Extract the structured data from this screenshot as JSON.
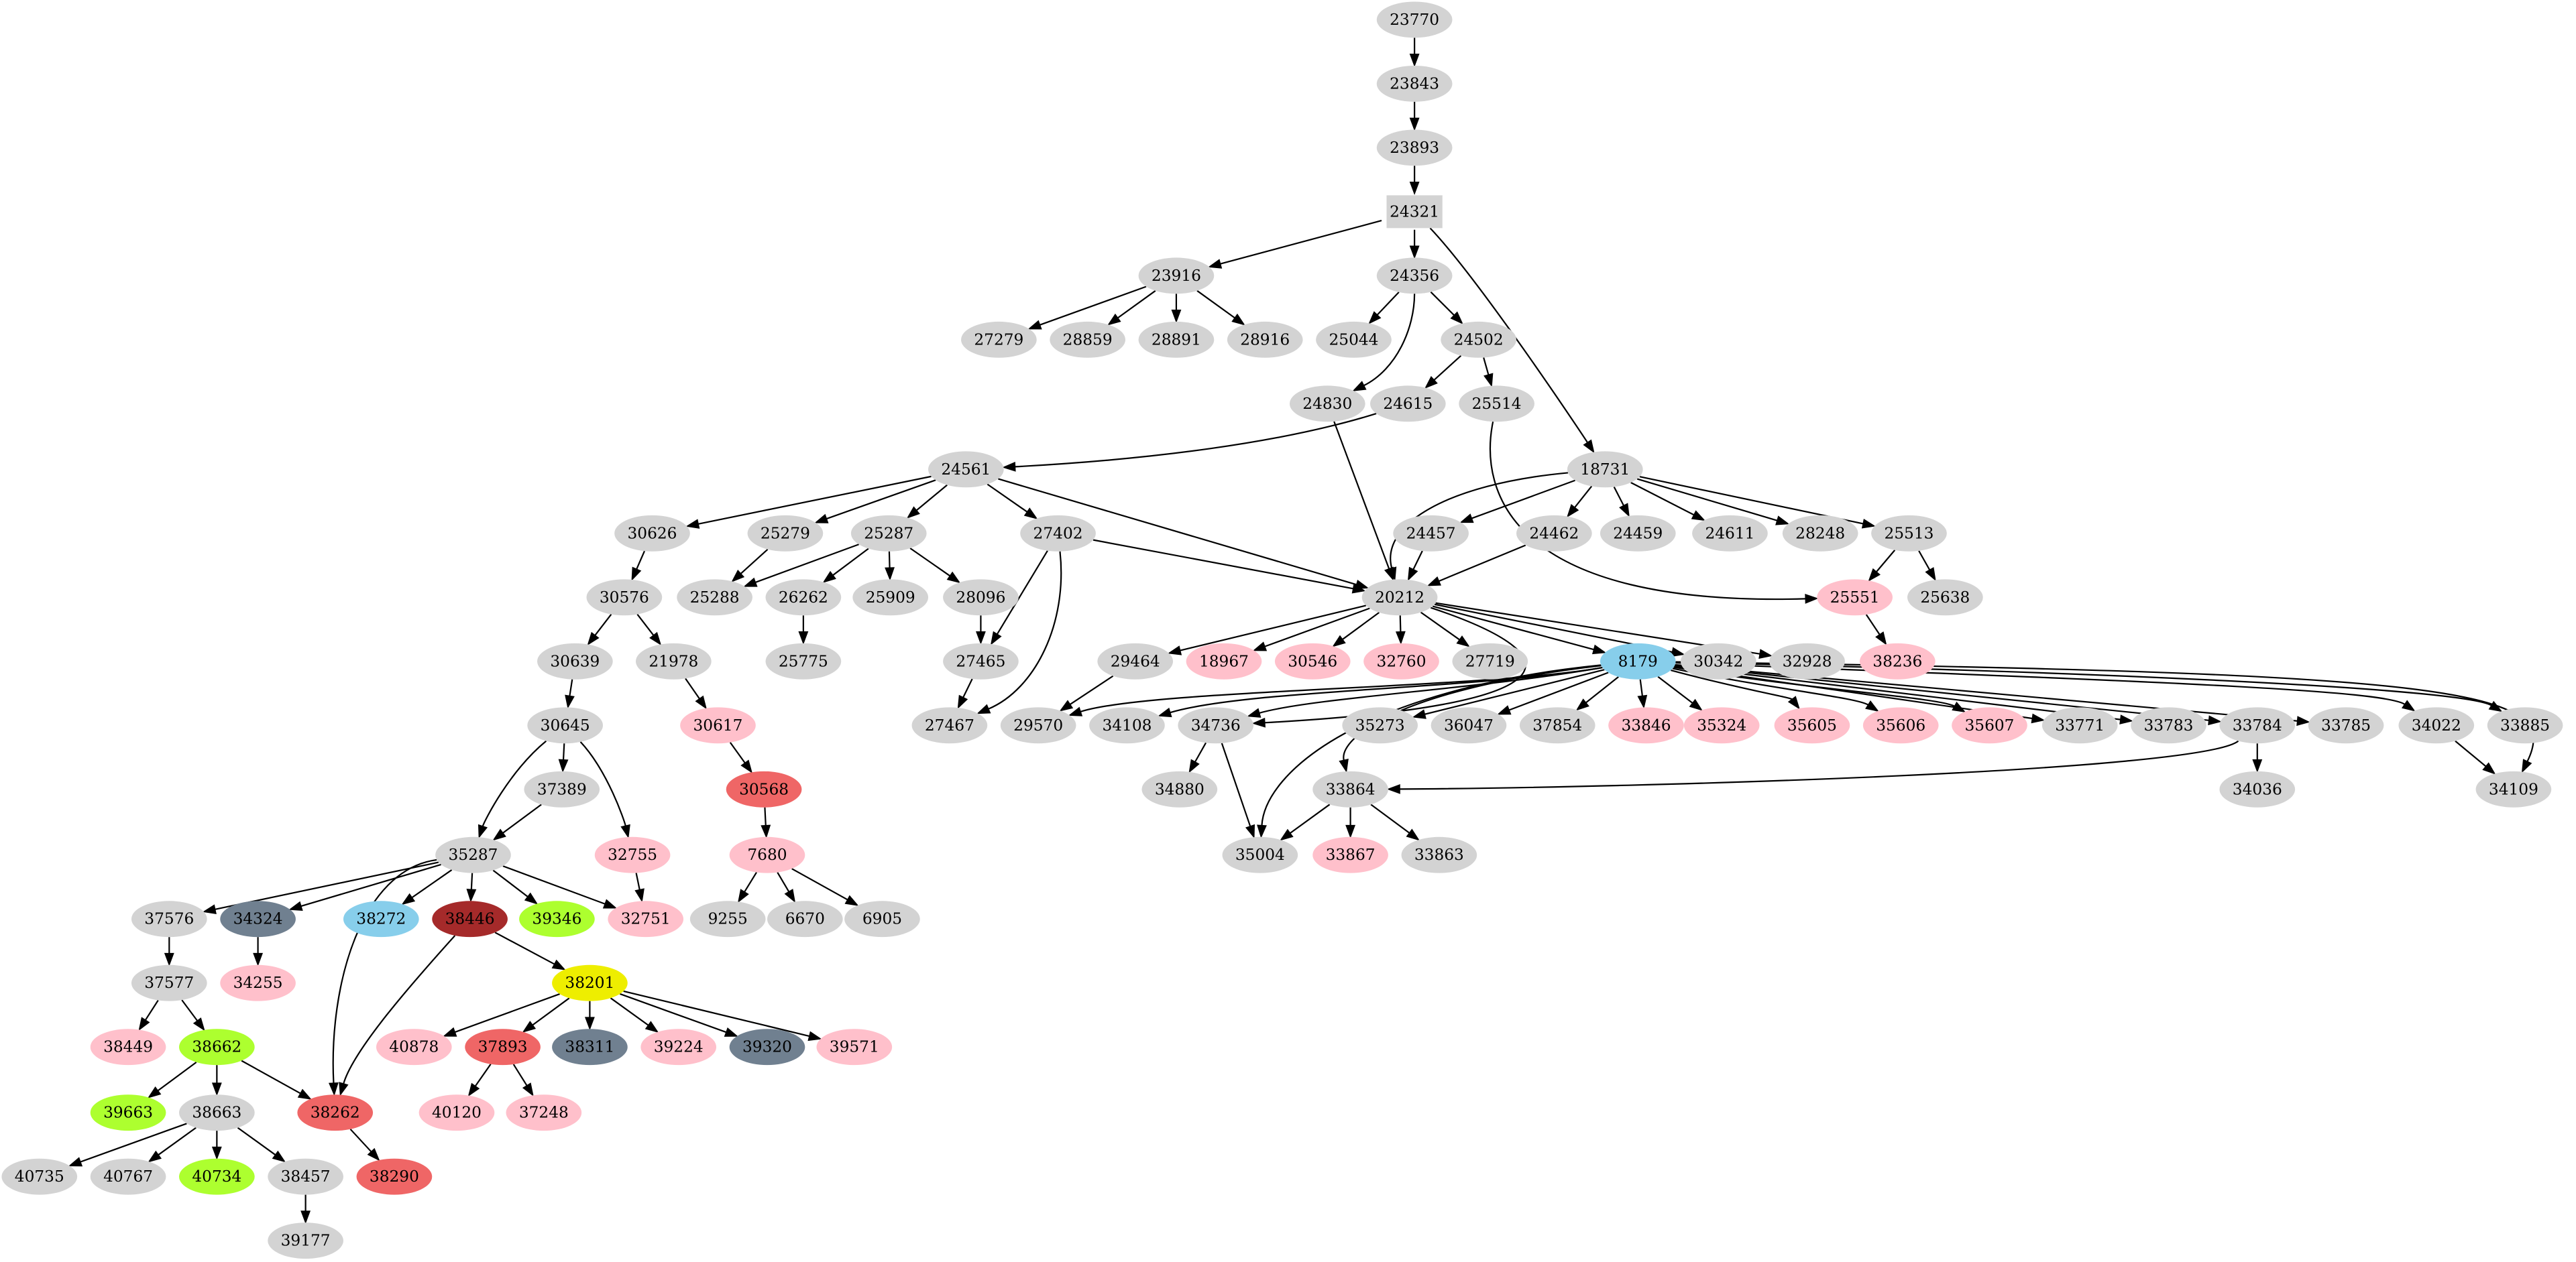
{
  "diagram": {
    "type": "directed-graph",
    "palette": {
      "default": "#d3d3d3",
      "pink": "#ffc0cb",
      "skyblue": "#87ceeb",
      "lightcoral": "#ef6666",
      "brown": "#a52a2a",
      "greenyellow": "#adff2f",
      "slategray": "#708090",
      "yellow": "#eeee00"
    },
    "nodes": [
      {
        "id": "23770",
        "color": "default"
      },
      {
        "id": "23843",
        "color": "default"
      },
      {
        "id": "23893",
        "color": "default"
      },
      {
        "id": "24321",
        "color": "default",
        "shape": "box"
      },
      {
        "id": "23916",
        "color": "default"
      },
      {
        "id": "24356",
        "color": "default"
      },
      {
        "id": "27279",
        "color": "default"
      },
      {
        "id": "28859",
        "color": "default"
      },
      {
        "id": "28891",
        "color": "default"
      },
      {
        "id": "28916",
        "color": "default"
      },
      {
        "id": "25044",
        "color": "default"
      },
      {
        "id": "24502",
        "color": "default"
      },
      {
        "id": "24830",
        "color": "default"
      },
      {
        "id": "24615",
        "color": "default"
      },
      {
        "id": "25514",
        "color": "default"
      },
      {
        "id": "24561",
        "color": "default"
      },
      {
        "id": "18731",
        "color": "default"
      },
      {
        "id": "30626",
        "color": "default"
      },
      {
        "id": "25279",
        "color": "default"
      },
      {
        "id": "25287",
        "color": "default"
      },
      {
        "id": "27402",
        "color": "default"
      },
      {
        "id": "24457",
        "color": "default"
      },
      {
        "id": "24462",
        "color": "default"
      },
      {
        "id": "24459",
        "color": "default"
      },
      {
        "id": "24611",
        "color": "default"
      },
      {
        "id": "28248",
        "color": "default"
      },
      {
        "id": "25513",
        "color": "default"
      },
      {
        "id": "30576",
        "color": "default"
      },
      {
        "id": "25288",
        "color": "default"
      },
      {
        "id": "26262",
        "color": "default"
      },
      {
        "id": "25909",
        "color": "default"
      },
      {
        "id": "28096",
        "color": "default"
      },
      {
        "id": "20212",
        "color": "default"
      },
      {
        "id": "25551",
        "color": "pink"
      },
      {
        "id": "25638",
        "color": "default"
      },
      {
        "id": "30639",
        "color": "default"
      },
      {
        "id": "21978",
        "color": "default"
      },
      {
        "id": "25775",
        "color": "default"
      },
      {
        "id": "27465",
        "color": "default"
      },
      {
        "id": "29464",
        "color": "default"
      },
      {
        "id": "18967",
        "color": "pink"
      },
      {
        "id": "30546",
        "color": "pink"
      },
      {
        "id": "32760",
        "color": "pink"
      },
      {
        "id": "27719",
        "color": "default"
      },
      {
        "id": "8179",
        "color": "skyblue"
      },
      {
        "id": "30342",
        "color": "default"
      },
      {
        "id": "32928",
        "color": "default"
      },
      {
        "id": "38236",
        "color": "pink"
      },
      {
        "id": "30645",
        "color": "default"
      },
      {
        "id": "30617",
        "color": "pink"
      },
      {
        "id": "27467",
        "color": "default"
      },
      {
        "id": "29570",
        "color": "default"
      },
      {
        "id": "34108",
        "color": "default"
      },
      {
        "id": "34736",
        "color": "default"
      },
      {
        "id": "35273",
        "color": "default"
      },
      {
        "id": "36047",
        "color": "default"
      },
      {
        "id": "37854",
        "color": "default"
      },
      {
        "id": "33846",
        "color": "pink"
      },
      {
        "id": "35324",
        "color": "pink"
      },
      {
        "id": "35605",
        "color": "pink"
      },
      {
        "id": "35606",
        "color": "pink"
      },
      {
        "id": "35607",
        "color": "pink"
      },
      {
        "id": "33771",
        "color": "default"
      },
      {
        "id": "33783",
        "color": "default"
      },
      {
        "id": "33784",
        "color": "default"
      },
      {
        "id": "33785",
        "color": "default"
      },
      {
        "id": "34022",
        "color": "default"
      },
      {
        "id": "33885",
        "color": "default"
      },
      {
        "id": "37389",
        "color": "default"
      },
      {
        "id": "30568",
        "color": "lightcoral"
      },
      {
        "id": "34880",
        "color": "default"
      },
      {
        "id": "33864",
        "color": "default"
      },
      {
        "id": "34036",
        "color": "default"
      },
      {
        "id": "34109",
        "color": "default"
      },
      {
        "id": "35287",
        "color": "default"
      },
      {
        "id": "32755",
        "color": "pink"
      },
      {
        "id": "7680",
        "color": "pink"
      },
      {
        "id": "35004",
        "color": "default"
      },
      {
        "id": "33867",
        "color": "pink"
      },
      {
        "id": "33863",
        "color": "default"
      },
      {
        "id": "37576",
        "color": "default"
      },
      {
        "id": "34324",
        "color": "slategray"
      },
      {
        "id": "38272",
        "color": "skyblue"
      },
      {
        "id": "38446",
        "color": "brown"
      },
      {
        "id": "39346",
        "color": "greenyellow"
      },
      {
        "id": "32751",
        "color": "pink"
      },
      {
        "id": "9255",
        "color": "default"
      },
      {
        "id": "6670",
        "color": "default"
      },
      {
        "id": "6905",
        "color": "default"
      },
      {
        "id": "37577",
        "color": "default"
      },
      {
        "id": "34255",
        "color": "pink"
      },
      {
        "id": "38201",
        "color": "yellow"
      },
      {
        "id": "38449",
        "color": "pink"
      },
      {
        "id": "38662",
        "color": "greenyellow"
      },
      {
        "id": "40878",
        "color": "pink"
      },
      {
        "id": "37893",
        "color": "lightcoral"
      },
      {
        "id": "38311",
        "color": "slategray"
      },
      {
        "id": "39224",
        "color": "pink"
      },
      {
        "id": "39320",
        "color": "slategray"
      },
      {
        "id": "39571",
        "color": "pink"
      },
      {
        "id": "39663",
        "color": "greenyellow"
      },
      {
        "id": "38663",
        "color": "default"
      },
      {
        "id": "38262",
        "color": "lightcoral"
      },
      {
        "id": "40120",
        "color": "pink"
      },
      {
        "id": "37248",
        "color": "pink"
      },
      {
        "id": "40735",
        "color": "default"
      },
      {
        "id": "40767",
        "color": "default"
      },
      {
        "id": "40734",
        "color": "greenyellow"
      },
      {
        "id": "38457",
        "color": "default"
      },
      {
        "id": "38290",
        "color": "lightcoral"
      },
      {
        "id": "39177",
        "color": "default"
      }
    ],
    "edges": [
      [
        "23770",
        "23843"
      ],
      [
        "23843",
        "23893"
      ],
      [
        "23893",
        "24321"
      ],
      [
        "24321",
        "23916"
      ],
      [
        "24321",
        "24356"
      ],
      [
        "24321",
        "18731"
      ],
      [
        "23916",
        "27279"
      ],
      [
        "23916",
        "28859"
      ],
      [
        "23916",
        "28891"
      ],
      [
        "23916",
        "28916"
      ],
      [
        "24356",
        "25044"
      ],
      [
        "24356",
        "24502"
      ],
      [
        "24356",
        "24830"
      ],
      [
        "24502",
        "24615"
      ],
      [
        "24502",
        "25514"
      ],
      [
        "24615",
        "24561"
      ],
      [
        "24830",
        "20212"
      ],
      [
        "25514",
        "25551"
      ],
      [
        "24561",
        "30626"
      ],
      [
        "24561",
        "25279"
      ],
      [
        "24561",
        "25287"
      ],
      [
        "24561",
        "27402"
      ],
      [
        "24561",
        "20212"
      ],
      [
        "18731",
        "20212"
      ],
      [
        "18731",
        "24457"
      ],
      [
        "18731",
        "24462"
      ],
      [
        "18731",
        "24459"
      ],
      [
        "18731",
        "24611"
      ],
      [
        "18731",
        "28248"
      ],
      [
        "18731",
        "25513"
      ],
      [
        "30626",
        "30576"
      ],
      [
        "25279",
        "25288"
      ],
      [
        "25287",
        "25288"
      ],
      [
        "25287",
        "26262"
      ],
      [
        "25287",
        "25909"
      ],
      [
        "25287",
        "28096"
      ],
      [
        "27402",
        "20212"
      ],
      [
        "27402",
        "27465"
      ],
      [
        "27402",
        "27467"
      ],
      [
        "24457",
        "20212"
      ],
      [
        "24462",
        "20212"
      ],
      [
        "25513",
        "25551"
      ],
      [
        "25513",
        "25638"
      ],
      [
        "30576",
        "30639"
      ],
      [
        "30576",
        "21978"
      ],
      [
        "26262",
        "25775"
      ],
      [
        "28096",
        "27465"
      ],
      [
        "20212",
        "29464"
      ],
      [
        "20212",
        "18967"
      ],
      [
        "20212",
        "30546"
      ],
      [
        "20212",
        "32760"
      ],
      [
        "20212",
        "27719"
      ],
      [
        "20212",
        "8179"
      ],
      [
        "20212",
        "30342"
      ],
      [
        "20212",
        "32928"
      ],
      [
        "20212",
        "34736"
      ],
      [
        "25551",
        "38236"
      ],
      [
        "30639",
        "30645"
      ],
      [
        "21978",
        "30617"
      ],
      [
        "27465",
        "27467"
      ],
      [
        "29464",
        "29570"
      ],
      [
        "8179",
        "29570"
      ],
      [
        "8179",
        "34108"
      ],
      [
        "8179",
        "34736"
      ],
      [
        "8179",
        "35273"
      ],
      [
        "8179",
        "36047"
      ],
      [
        "8179",
        "37854"
      ],
      [
        "8179",
        "33846"
      ],
      [
        "8179",
        "35324"
      ],
      [
        "8179",
        "35605"
      ],
      [
        "8179",
        "35606"
      ],
      [
        "8179",
        "35607"
      ],
      [
        "8179",
        "33771"
      ],
      [
        "8179",
        "33783"
      ],
      [
        "8179",
        "33784"
      ],
      [
        "8179",
        "33785"
      ],
      [
        "8179",
        "34022"
      ],
      [
        "8179",
        "33885"
      ],
      [
        "8179",
        "34109"
      ],
      [
        "8179",
        "33864"
      ],
      [
        "8179",
        "35004"
      ],
      [
        "30645",
        "37389"
      ],
      [
        "30645",
        "35287"
      ],
      [
        "30645",
        "32755"
      ],
      [
        "30617",
        "30568"
      ],
      [
        "34736",
        "34880"
      ],
      [
        "34736",
        "35004"
      ],
      [
        "33784",
        "33864"
      ],
      [
        "33784",
        "34036"
      ],
      [
        "34022",
        "34109"
      ],
      [
        "37389",
        "35287"
      ],
      [
        "30568",
        "7680"
      ],
      [
        "33864",
        "35004"
      ],
      [
        "33864",
        "33867"
      ],
      [
        "33864",
        "33863"
      ],
      [
        "35287",
        "37576"
      ],
      [
        "35287",
        "34324"
      ],
      [
        "35287",
        "38272"
      ],
      [
        "35287",
        "38446"
      ],
      [
        "35287",
        "39346"
      ],
      [
        "35287",
        "32751"
      ],
      [
        "35287",
        "38262"
      ],
      [
        "32755",
        "32751"
      ],
      [
        "7680",
        "9255"
      ],
      [
        "7680",
        "6670"
      ],
      [
        "7680",
        "6905"
      ],
      [
        "37576",
        "37577"
      ],
      [
        "34324",
        "34255"
      ],
      [
        "38446",
        "38201"
      ],
      [
        "38446",
        "38262"
      ],
      [
        "37577",
        "38449"
      ],
      [
        "37577",
        "38662"
      ],
      [
        "38201",
        "40878"
      ],
      [
        "38201",
        "37893"
      ],
      [
        "38201",
        "38311"
      ],
      [
        "38201",
        "39224"
      ],
      [
        "38201",
        "39320"
      ],
      [
        "38201",
        "39571"
      ],
      [
        "38662",
        "39663"
      ],
      [
        "38662",
        "38663"
      ],
      [
        "38662",
        "38262"
      ],
      [
        "37893",
        "40120"
      ],
      [
        "37893",
        "37248"
      ],
      [
        "38663",
        "40735"
      ],
      [
        "38663",
        "40767"
      ],
      [
        "38663",
        "40734"
      ],
      [
        "38663",
        "38457"
      ],
      [
        "38262",
        "38290"
      ],
      [
        "38457",
        "39177"
      ]
    ]
  }
}
